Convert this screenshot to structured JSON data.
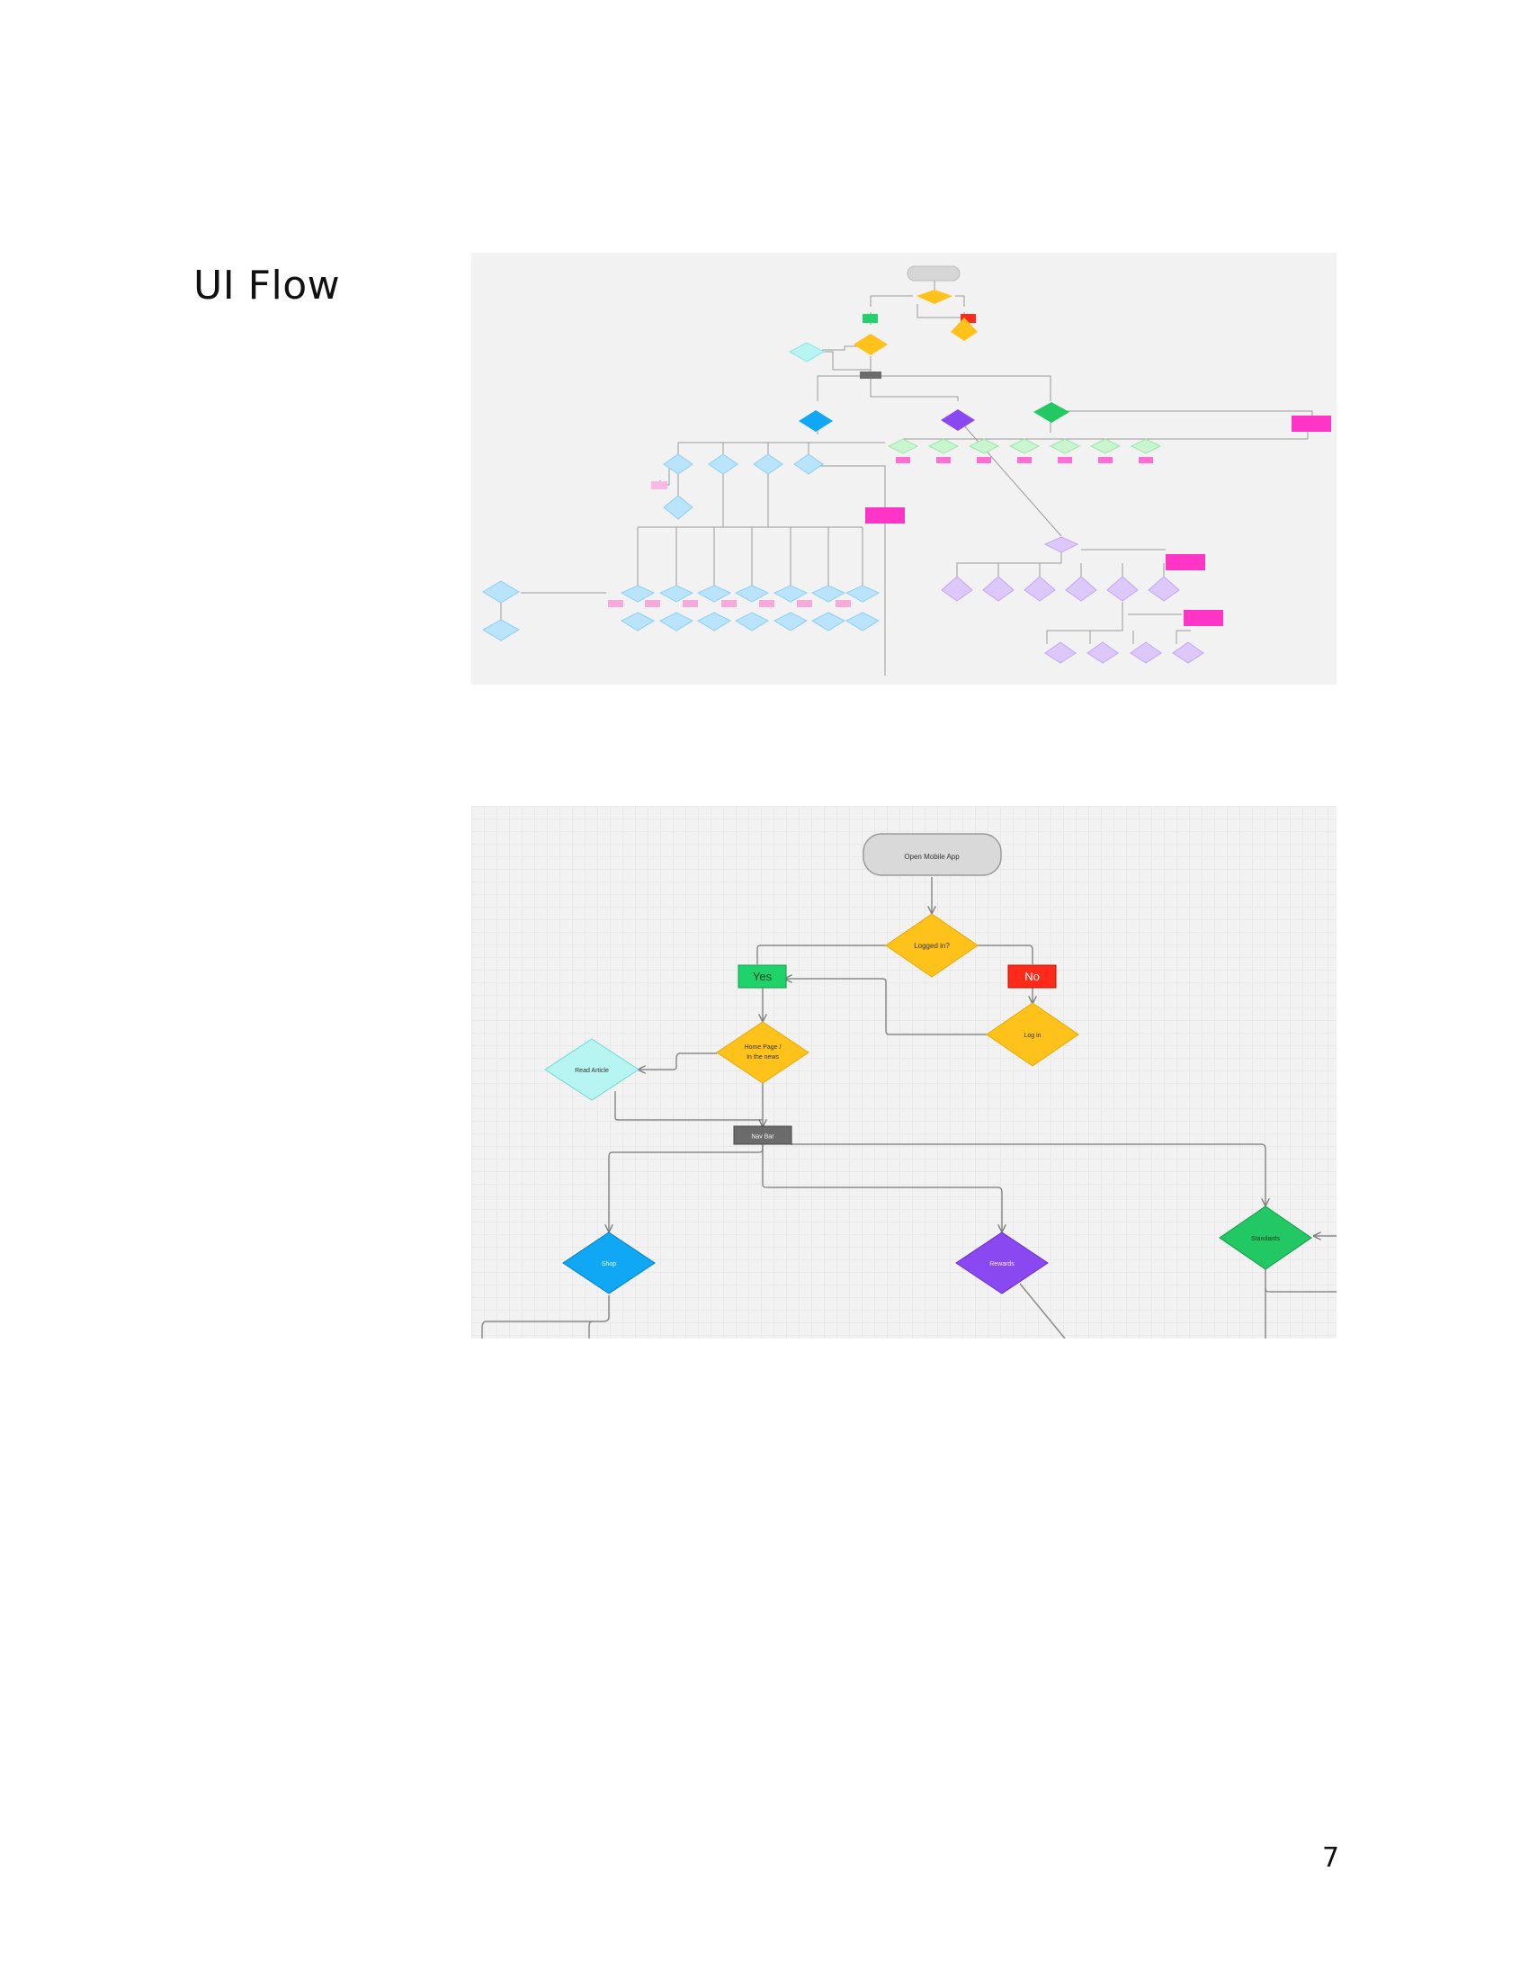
{
  "heading": "UI Flow",
  "page_number": "7",
  "detail_flow": {
    "start": "Open Mobile App",
    "logged_in": "Logged in?",
    "yes": "Yes",
    "no": "No",
    "log_in": "Log in",
    "home_line1": "Home Page /",
    "home_line2": "In the news",
    "read_article": "Read Article",
    "nav_bar": "Nav Bar",
    "shop": "Shop",
    "rewards": "Rewards",
    "standards": "Standards"
  },
  "colors": {
    "terminal": "#d9d9d9",
    "decision_yellow": "#ffc21a",
    "yes_green": "#1fd36a",
    "no_red": "#ff2a1a",
    "article_cyan": "#b7f5f2",
    "nav_gray": "#6b6b6b",
    "shop_blue": "#10a8f5",
    "rewards_purple": "#8a48f0",
    "standards_green": "#22c863",
    "note_pink": "#ff35c8",
    "light_blue": "#b9e4fb",
    "light_purple": "#dcc8fb",
    "light_green": "#c9f5cf",
    "tag_pink": "#f8b9e4"
  }
}
